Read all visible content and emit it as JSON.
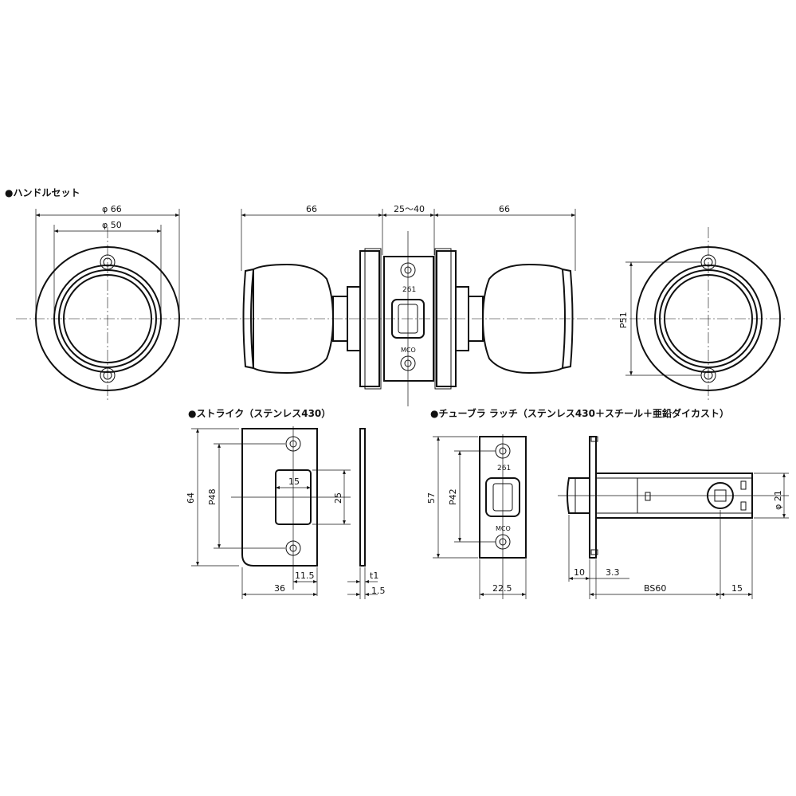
{
  "sections": {
    "handle_set": "●ハンドルセット",
    "strike": "●ストライク（ステンレス430）",
    "latch": "●チューブラ ラッチ（ステンレス430＋スチール＋亜鉛ダイカスト）"
  },
  "handle_dims": {
    "phi66": "φ 66",
    "phi50": "φ 50",
    "left_66": "66",
    "door": "25〜40",
    "right_66": "66",
    "p51": "P51",
    "mark_261": "261",
    "mark_mco": "MCO"
  },
  "strike_dims": {
    "h64": "64",
    "p48": "P48",
    "w15": "15",
    "h25": "25",
    "d115": "11.5",
    "w36": "36",
    "t1": "t1",
    "d15": "1.5"
  },
  "latch_dims": {
    "h57": "57",
    "p42": "P42",
    "mark_261": "261",
    "mark_mco": "MCO",
    "w225": "22.5",
    "d10": "10",
    "d33": "3.3",
    "bs60": "BS60",
    "d15": "15",
    "phi21": "φ 21"
  },
  "colors": {
    "line": "#111111",
    "background": "#ffffff"
  }
}
